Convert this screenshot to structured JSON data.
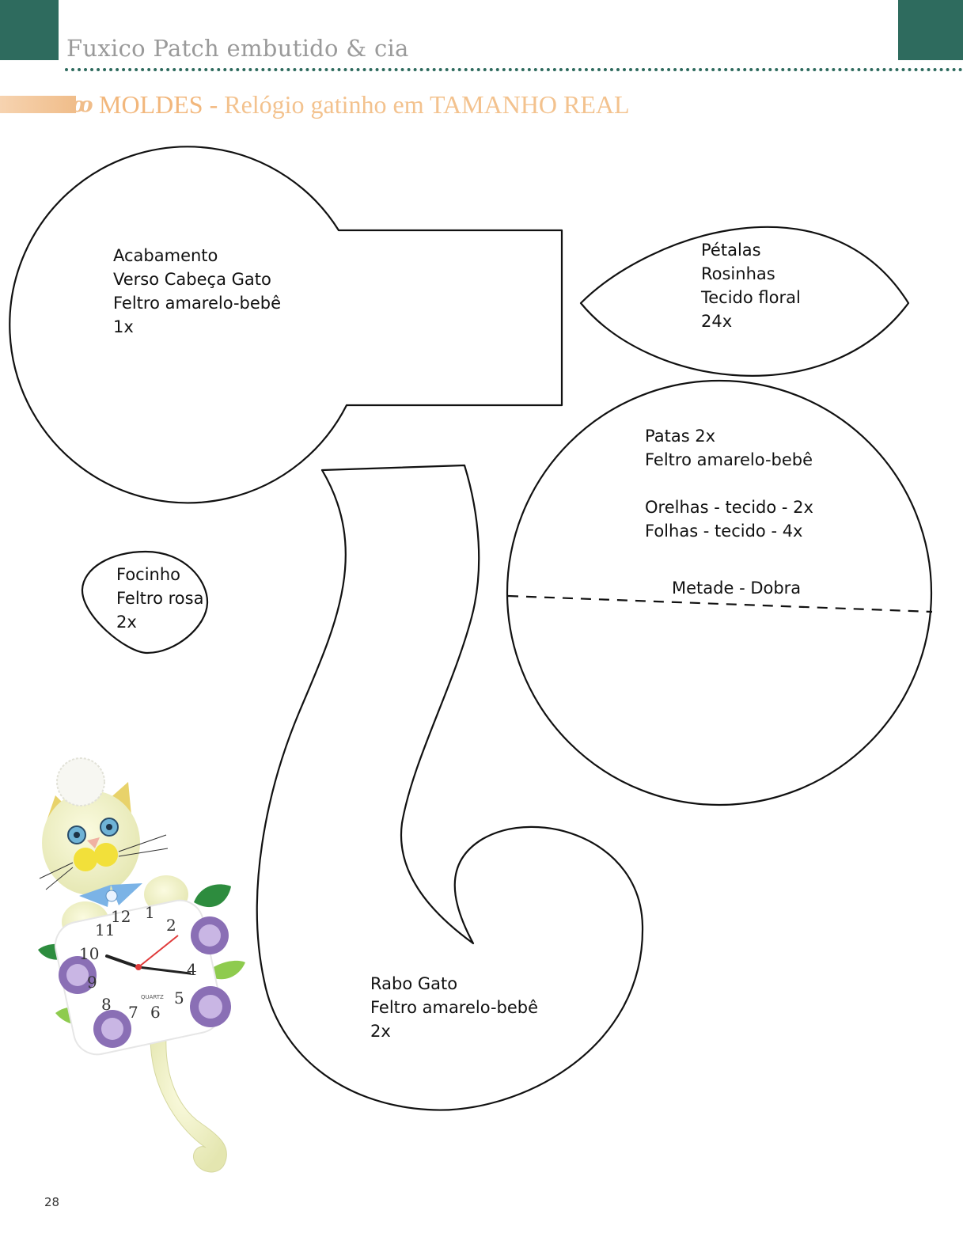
{
  "header": {
    "publication_title": "Fuxico Patch embutido & cia",
    "section_glyph": "ꝏ",
    "section_main": "MOLDES",
    "section_separator": " - ",
    "section_rest": "Relógio gatinho em TAMANHO REAL"
  },
  "patterns": {
    "head_back": [
      "Acabamento",
      "Verso Cabeça Gato",
      "Feltro amarelo-bebê",
      "1x"
    ],
    "petals": [
      "Pétalas",
      "Rosinhas",
      "Tecido floral",
      "24x"
    ],
    "paws": [
      "Patas 2x",
      "Feltro amarelo-bebê",
      "",
      "Orelhas - tecido - 2x",
      "Folhas - tecido - 4x"
    ],
    "fold_line": "Metade - Dobra",
    "muzzle": [
      "Focinho",
      "Feltro rosa",
      "2x"
    ],
    "tail": [
      "Rabo Gato",
      "Feltro amarelo-bebê",
      "2x"
    ]
  },
  "photo_clock": {
    "numbers": [
      "12",
      "1",
      "2",
      "11",
      "10",
      "9",
      "8",
      "7",
      "6",
      "5",
      "4"
    ],
    "brand": "QUARTZ"
  },
  "colors": {
    "header_green": "#2e6b5e",
    "header_title": "#9a9a9a",
    "section_orange": "#f0bd8a",
    "section_moldes": "#f2b77c",
    "section_rest": "#f3c28e",
    "outline": "#111111"
  },
  "page_number": "28"
}
